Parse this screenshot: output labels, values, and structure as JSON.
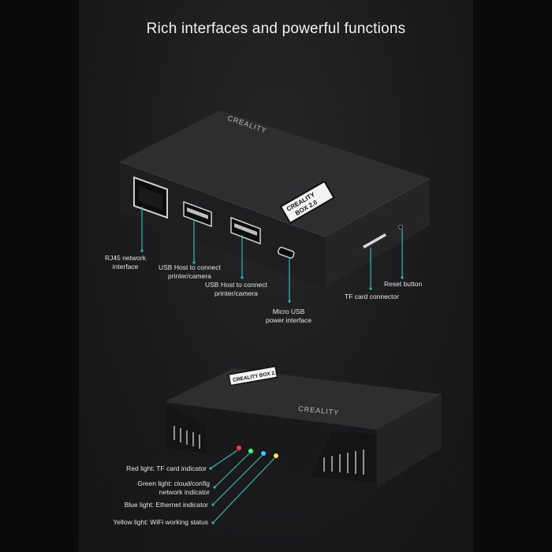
{
  "title": "Rich interfaces and powerful functions",
  "top_device": {
    "brand_text": "CREALITY",
    "badge_line1": "CREALITY",
    "badge_line2": "BOX 2.0"
  },
  "bottom_device": {
    "brand_text": "CREALITY",
    "badge_line1": "CREALITY",
    "badge_line2": "BOX 2.0"
  },
  "labels": {
    "rj45": [
      "RJ45 network",
      "interface"
    ],
    "usb1": [
      "USB Host to connect",
      "printer/camera"
    ],
    "usb2": [
      "USB Host to connect",
      "printer/camera"
    ],
    "micro_usb": [
      "Micro USB",
      "power interface"
    ],
    "tf_card": "TF card connector",
    "reset": "Reset button",
    "red_light": "Red light: TF card indicator",
    "green_light": [
      "Green light: cloud/config",
      "network indicator"
    ],
    "blue_light": "Blue light: Ethernet indicator",
    "yellow_light": "Yellow light: WiFi working status"
  },
  "colors": {
    "callout": "#2fb8b0",
    "led_red": "#ff3b3b",
    "led_green": "#3dff7a",
    "led_blue": "#3ac8ff",
    "led_yellow": "#ffe14a"
  }
}
